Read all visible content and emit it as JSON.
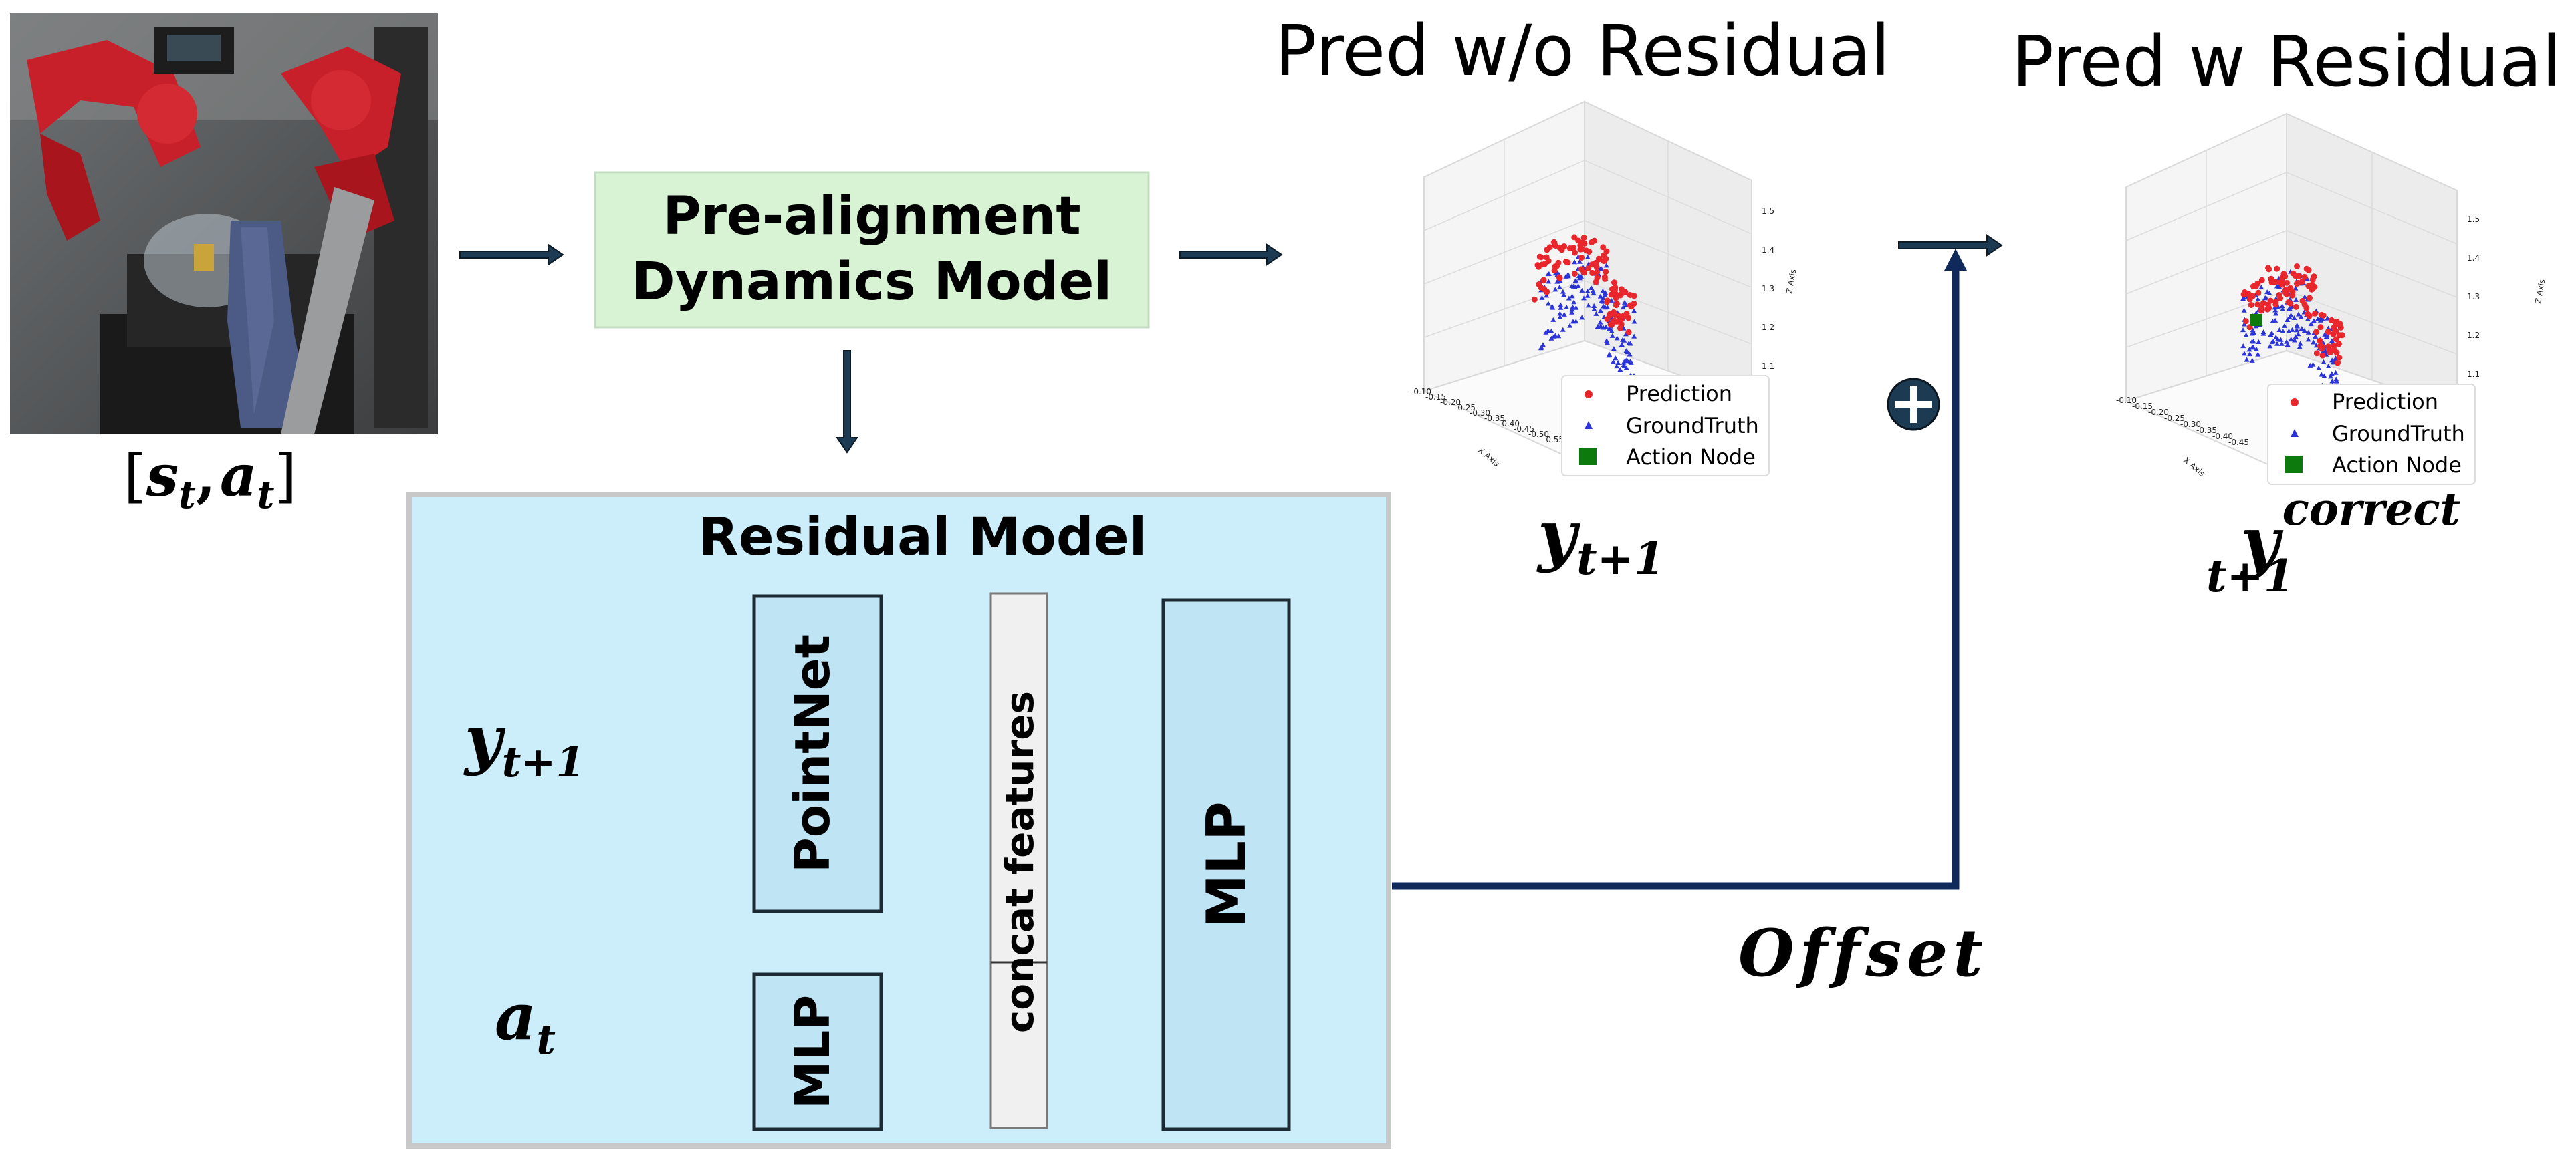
{
  "diagram": {
    "input_label": "[s_t, a_t]",
    "input_parts": {
      "open": "[",
      "s": "s",
      "s_sub": "t",
      "comma": ",",
      "a": "a",
      "a_sub": "t",
      "close": "]"
    },
    "prealign_box": {
      "line1": "Pre-alignment",
      "line2": "Dynamics Model"
    },
    "residual_model": {
      "title": "Residual Model",
      "pointnet_label": "PointNet",
      "mlp_small_label": "MLP",
      "concat_label": "concat features",
      "mlp_big_label": "MLP",
      "input_y": {
        "base": "y",
        "sub": "t+1"
      },
      "input_a": {
        "base": "a",
        "sub": "t"
      }
    },
    "offset_label": "Offset",
    "plus_symbol": "+",
    "output_y": {
      "base": "y",
      "sub": "t+1"
    },
    "output_y_correct": {
      "base": "y",
      "sub": "t+1",
      "sup": "correct"
    }
  },
  "chart_data": [
    {
      "type": "scatter",
      "title": "Pred w/o Residual",
      "zlabel": "Z Axis",
      "xlabel": "X Axis",
      "z_ticks": [
        "1.5",
        "1.4",
        "1.3",
        "1.2",
        "1.1"
      ],
      "x_ticks": [
        "-0.10",
        "-0.15",
        "-0.20",
        "-0.25",
        "-0.30",
        "-0.35",
        "-0.40",
        "-0.45",
        "-0.50",
        "-0.55"
      ],
      "legend": [
        "Prediction",
        "GroundTruth",
        "Action Node"
      ],
      "legend_placement": "lower-right",
      "series_colors": {
        "prediction": "#e8262b",
        "groundtruth": "#2b34d9",
        "action_node": "#0d7a0d"
      }
    },
    {
      "type": "scatter",
      "title": "Pred w Residual",
      "zlabel": "Z Axis",
      "xlabel": "X Axis",
      "z_ticks": [
        "1.5",
        "1.4",
        "1.3",
        "1.2",
        "1.1"
      ],
      "x_ticks": [
        "-0.10",
        "-0.15",
        "-0.20",
        "-0.25",
        "-0.30",
        "-0.35",
        "-0.40",
        "-0.45"
      ],
      "legend": [
        "Prediction",
        "GroundTruth",
        "Action Node"
      ],
      "legend_placement": "lower-right",
      "series_colors": {
        "prediction": "#e8262b",
        "groundtruth": "#2b34d9",
        "action_node": "#0d7a0d"
      }
    }
  ],
  "colors": {
    "arrow": "#1c3a52",
    "offset_line": "#0f2a5a",
    "prealign_fill": "#d8f2d4",
    "residual_fill": "#cbeefa",
    "residual_border": "#c8c8c8",
    "block_fill": "#bfe4f3",
    "concat_fill": "#f0f0f0",
    "plus_fill": "#1c3a52"
  }
}
